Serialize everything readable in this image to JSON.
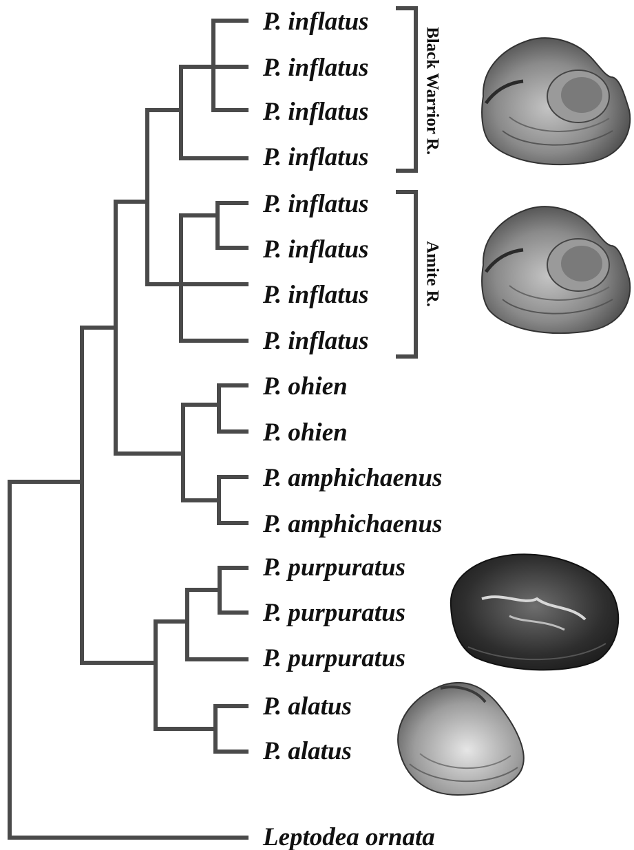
{
  "tree": {
    "taxa": [
      "P. inflatus",
      "P. inflatus",
      "P. inflatus",
      "P. inflatus",
      "P. inflatus",
      "P. inflatus",
      "P. inflatus",
      "P. inflatus",
      "P. ohien",
      "P. ohien",
      "P. amphichaenus",
      "P. amphichaenus",
      "P. purpuratus",
      "P. purpuratus",
      "P. purpuratus",
      "P. alatus",
      "P. alatus",
      "Leptodea ornata"
    ],
    "outgroup": "Leptodea ornata",
    "groups": [
      {
        "label": "Black Warrior R."
      },
      {
        "label": "Amite R."
      }
    ],
    "shell_images": [
      "P. inflatus shell",
      "P. inflatus shell",
      "P. purpuratus shell",
      "P. alatus shell"
    ]
  },
  "colors": {
    "branch": "#4a4a4a",
    "text": "#111111"
  }
}
